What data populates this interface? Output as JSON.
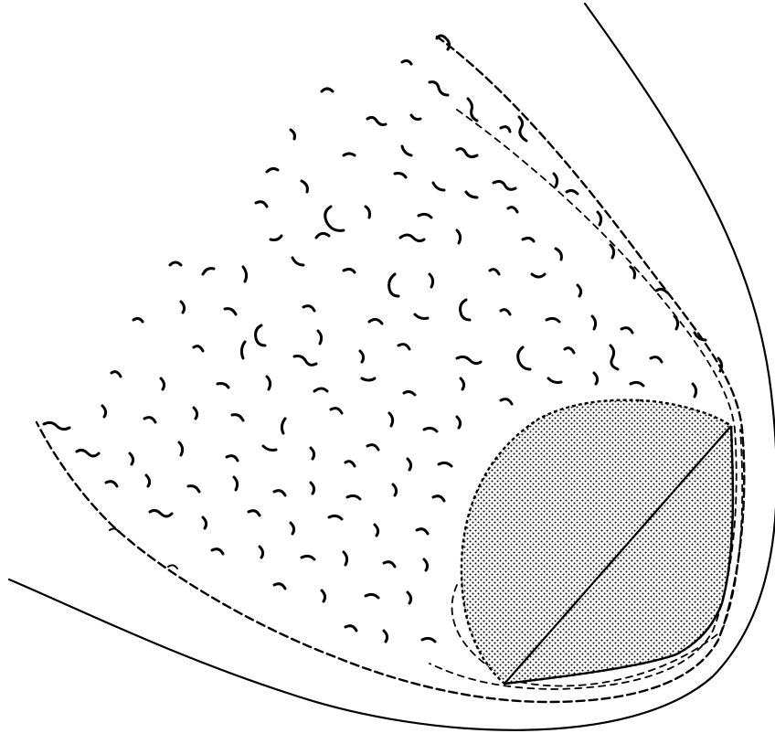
{
  "diagram": {
    "colors": {
      "background": "#ffffff",
      "ink": "#000000",
      "stipple": "#000000"
    },
    "parts": [
      "outer-contour",
      "wavy-fleck-texture",
      "dashed-tissue-boundary",
      "stippled-lesion",
      "lesion-axis-line"
    ]
  }
}
